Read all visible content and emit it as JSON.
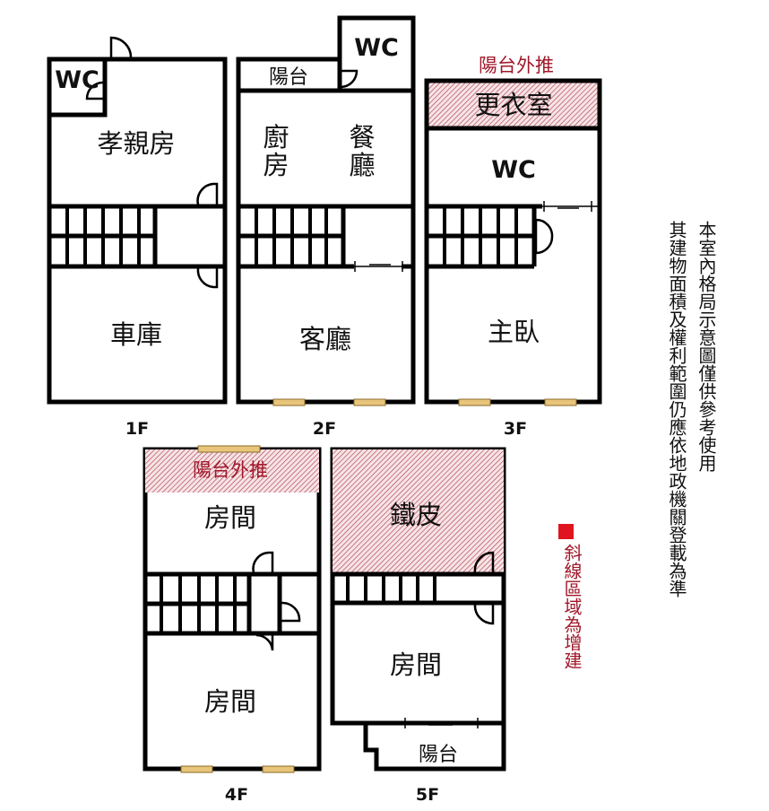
{
  "title": "Floor plan",
  "floors": {
    "f1": {
      "label": "1F",
      "wc": "WC",
      "room_top": "孝親房",
      "room_bottom": "車庫"
    },
    "f2": {
      "label": "2F",
      "wc": "WC",
      "balcony": "陽台",
      "kitchen": "廚房",
      "kitchen_1": "廚",
      "kitchen_2": "房",
      "dining_1": "餐",
      "dining_2": "廳",
      "room_bottom": "客廳"
    },
    "f3": {
      "label": "3F",
      "balcony_ext": "陽台外推",
      "dressing": "更衣室",
      "wc": "WC",
      "room_bottom": "主臥"
    },
    "f4": {
      "label": "4F",
      "balcony_ext": "陽台外推",
      "room_top": "房間",
      "room_bottom": "房間"
    },
    "f5": {
      "label": "5F",
      "iron": "鐵皮",
      "room": "房間",
      "balcony": "陽台"
    }
  },
  "legend": {
    "text": "斜線區域為增建",
    "color": "#e0141e"
  },
  "notes": {
    "line1": "本室內格局示意圖僅供參考使用",
    "line2": "其建物面積及權利範圍仍應依地政機關登載為準"
  }
}
